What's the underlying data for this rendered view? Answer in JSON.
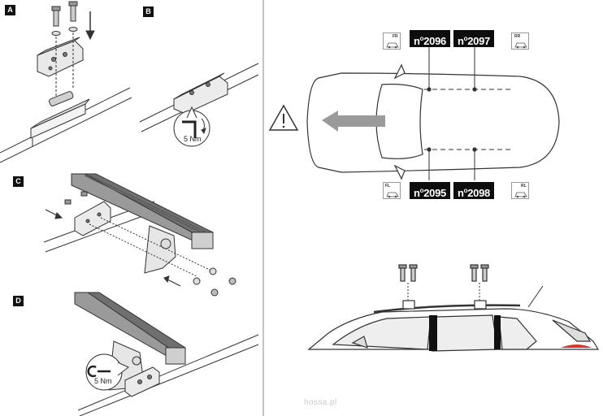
{
  "steps": {
    "a": "A",
    "b": "B",
    "c": "C",
    "d": "D"
  },
  "torque": {
    "b": "5 Nm",
    "d": "5 Nm"
  },
  "part_numbers": {
    "fr_code": "2096",
    "rr_code": "2097",
    "fl_code": "2095",
    "rl_code": "2098",
    "prefix": "n"
  },
  "positions": {
    "fr": "FR",
    "rr": "RR",
    "fl": "FL",
    "rl": "RL"
  },
  "watermark": "hossa.pl",
  "colors": {
    "arrow": "#9a9a9a",
    "label_bg": "#0d0d0d",
    "line": "#333333",
    "tail_light": "#d9342b"
  }
}
